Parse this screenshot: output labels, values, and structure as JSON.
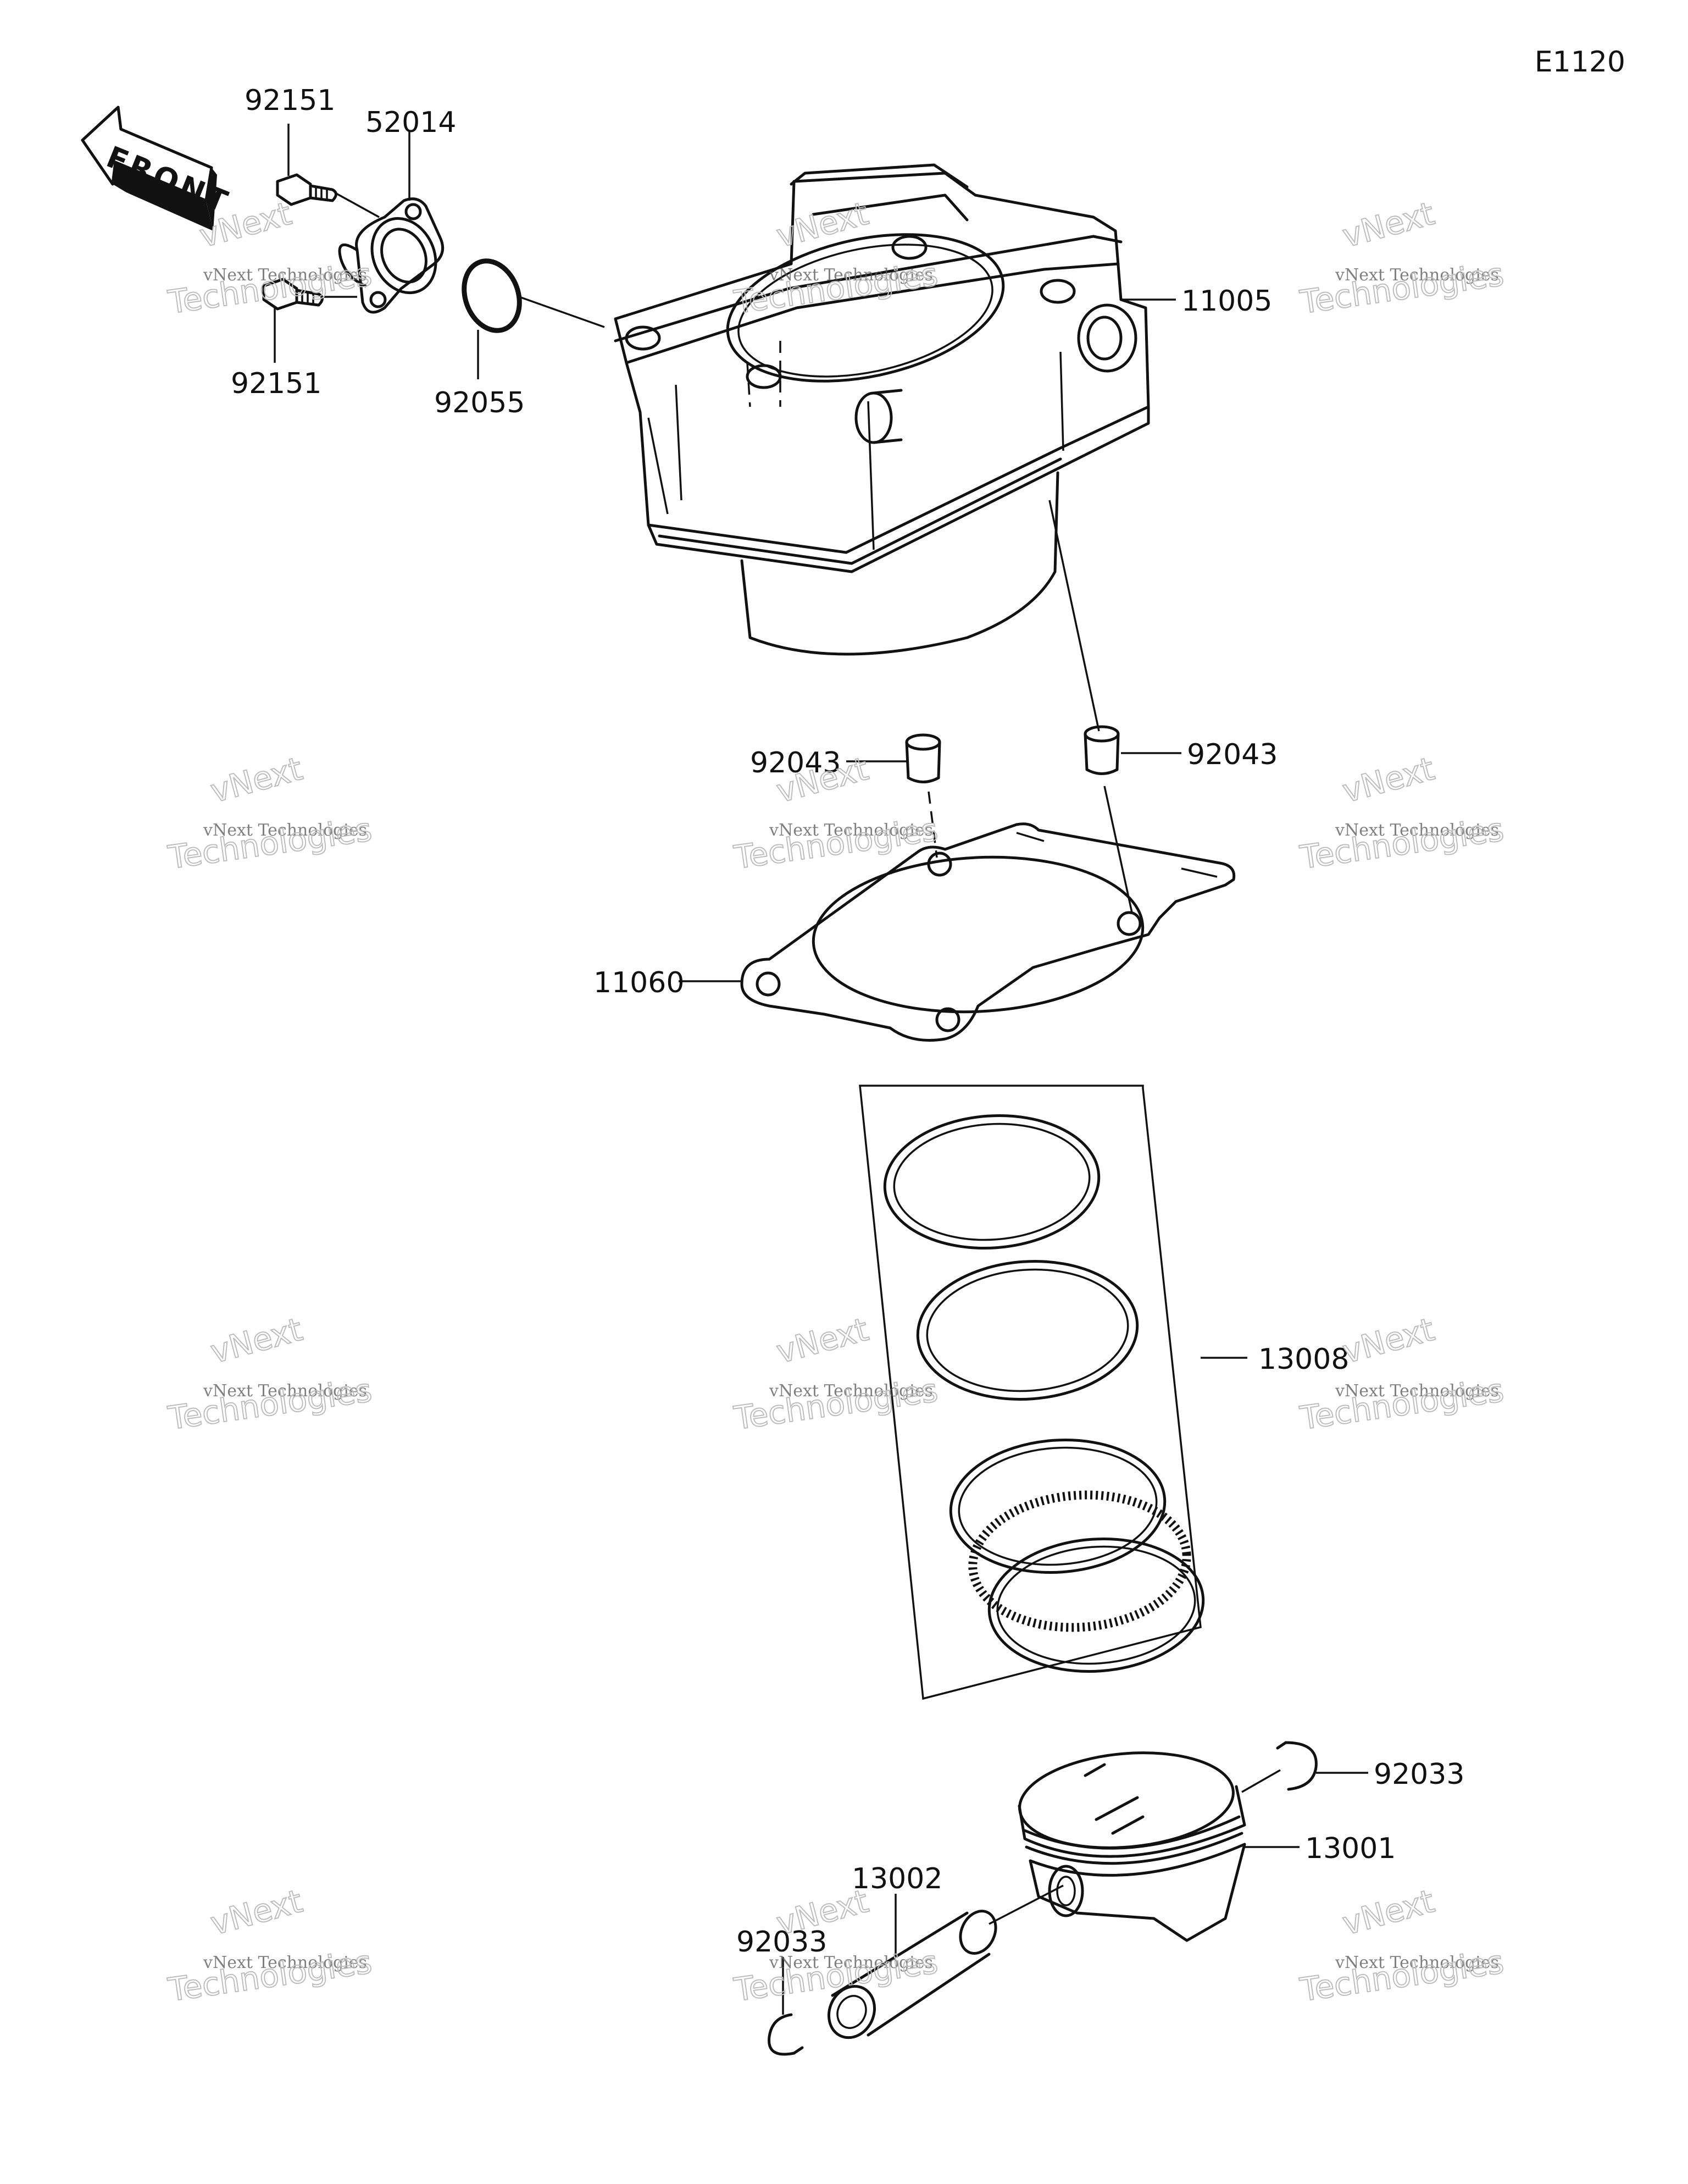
{
  "diagram_code": "E1120",
  "front_arrow": {
    "text": "FRONT",
    "icon": "front-direction-arrow-icon"
  },
  "callouts": {
    "bolt_top": "92151",
    "water_fitting": "52014",
    "bolt_bottom": "92151",
    "o_ring": "92055",
    "cylinder": "11005",
    "dowel_left": "92043",
    "dowel_right": "92043",
    "gasket": "11060",
    "ring_set": "13008",
    "clip_right": "92033",
    "piston": "13001",
    "piston_pin": "13002",
    "clip_left": "92033"
  },
  "watermark": {
    "line1": "vNext Technologies",
    "line2": "vNext",
    "line3": "Technologies"
  }
}
